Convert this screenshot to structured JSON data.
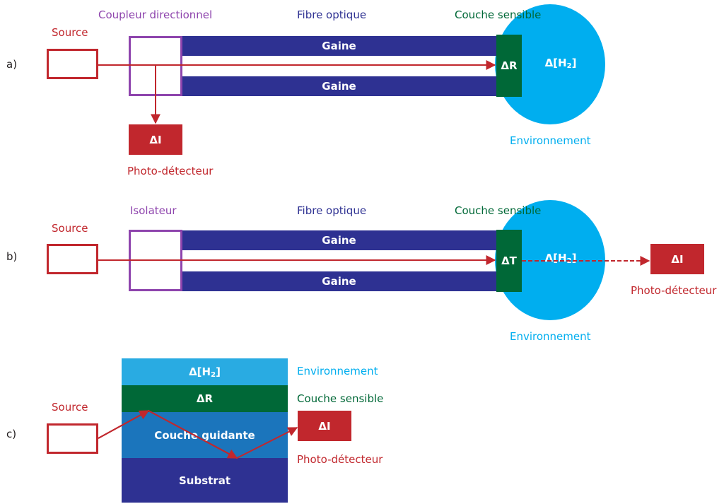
{
  "colors": {
    "red": "#c1272d",
    "purple": "#8e44ad",
    "navy": "#2e3192",
    "green": "#006837",
    "cyan": "#00aeef",
    "guide_blue": "#1b75bc",
    "env_light": "#29abe2"
  },
  "diagram_a": {
    "marker": "a)",
    "source": "Source",
    "coupler": "Coupleur directionnel",
    "fiber": "Fibre optique",
    "sensitive_layer": "Couche sensible",
    "cladding_top": "Gaine",
    "cladding_bottom": "Gaine",
    "layer_value": "ΔR",
    "env_value_prefix": "Δ[H",
    "env_value_sub": "2",
    "env_value_suffix": "]",
    "environment": "Environnement",
    "detector_value": "ΔI",
    "detector": "Photo-détecteur"
  },
  "diagram_b": {
    "marker": "b)",
    "source": "Source",
    "isolator": "Isolateur",
    "fiber": "Fibre optique",
    "sensitive_layer": "Couche sensible",
    "cladding_top": "Gaine",
    "cladding_bottom": "Gaine",
    "layer_value": "ΔT",
    "env_value_prefix": "Δ[H",
    "env_value_sub": "2",
    "env_value_suffix": "]",
    "environment": "Environnement",
    "detector_value": "ΔI",
    "detector": "Photo-détecteur"
  },
  "diagram_c": {
    "marker": "c)",
    "source": "Source",
    "env_value_prefix": "Δ[H",
    "env_value_sub": "2",
    "env_value_suffix": "]",
    "environment": "Environnement",
    "layer_value": "ΔR",
    "sensitive_layer": "Couche sensible",
    "guiding_layer": "Couche guidante",
    "substrate": "Substrat",
    "detector_value": "ΔI",
    "detector": "Photo-détecteur"
  }
}
